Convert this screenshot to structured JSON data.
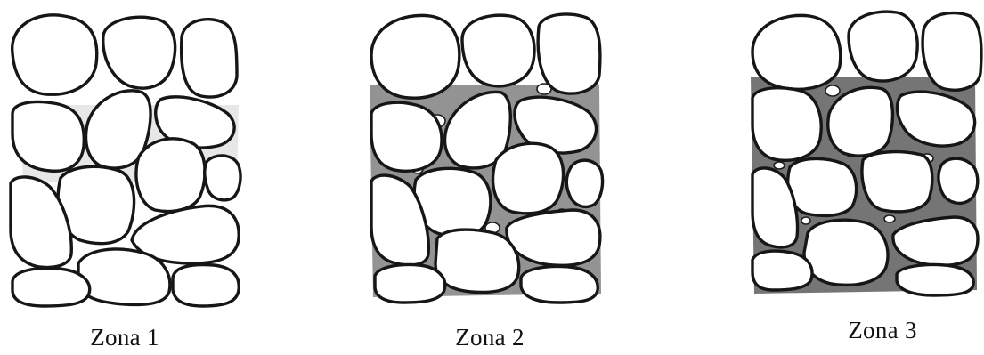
{
  "zones": [
    {
      "label": "Zona 1"
    },
    {
      "label": "Zona 2"
    },
    {
      "label": "Zona 3"
    }
  ]
}
